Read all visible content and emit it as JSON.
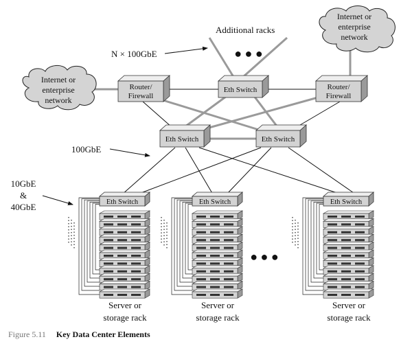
{
  "labels": {
    "additional_racks": "Additional racks",
    "nx100gbe": "N × 100GbE",
    "gbe100": "100GbE",
    "gbe10_l1": "10GbE",
    "gbe10_l2": "&",
    "gbe10_l3": "40GbE"
  },
  "clouds": {
    "left": [
      "Internet or",
      "enterprise",
      "network"
    ],
    "right": [
      "Internet or",
      "enterprise",
      "network"
    ]
  },
  "devices": {
    "router_line1": "Router/",
    "router_line2": "Firewall",
    "eth_switch": "Eth Switch"
  },
  "racks": {
    "label_line1": "Server or",
    "label_line2": "storage rack",
    "count": 3
  },
  "ellipsis": "● ● ●",
  "caption": {
    "number": "Figure 5.11",
    "title": "Key Data Center Elements"
  },
  "colors": {
    "box_front": "#d3d3d3",
    "box_top": "#eeeeee",
    "box_side": "#9a9a9a",
    "thick_link": "#9a9a9a",
    "cloud_fill": "#d4d4d4",
    "caption_number": "#777777"
  }
}
